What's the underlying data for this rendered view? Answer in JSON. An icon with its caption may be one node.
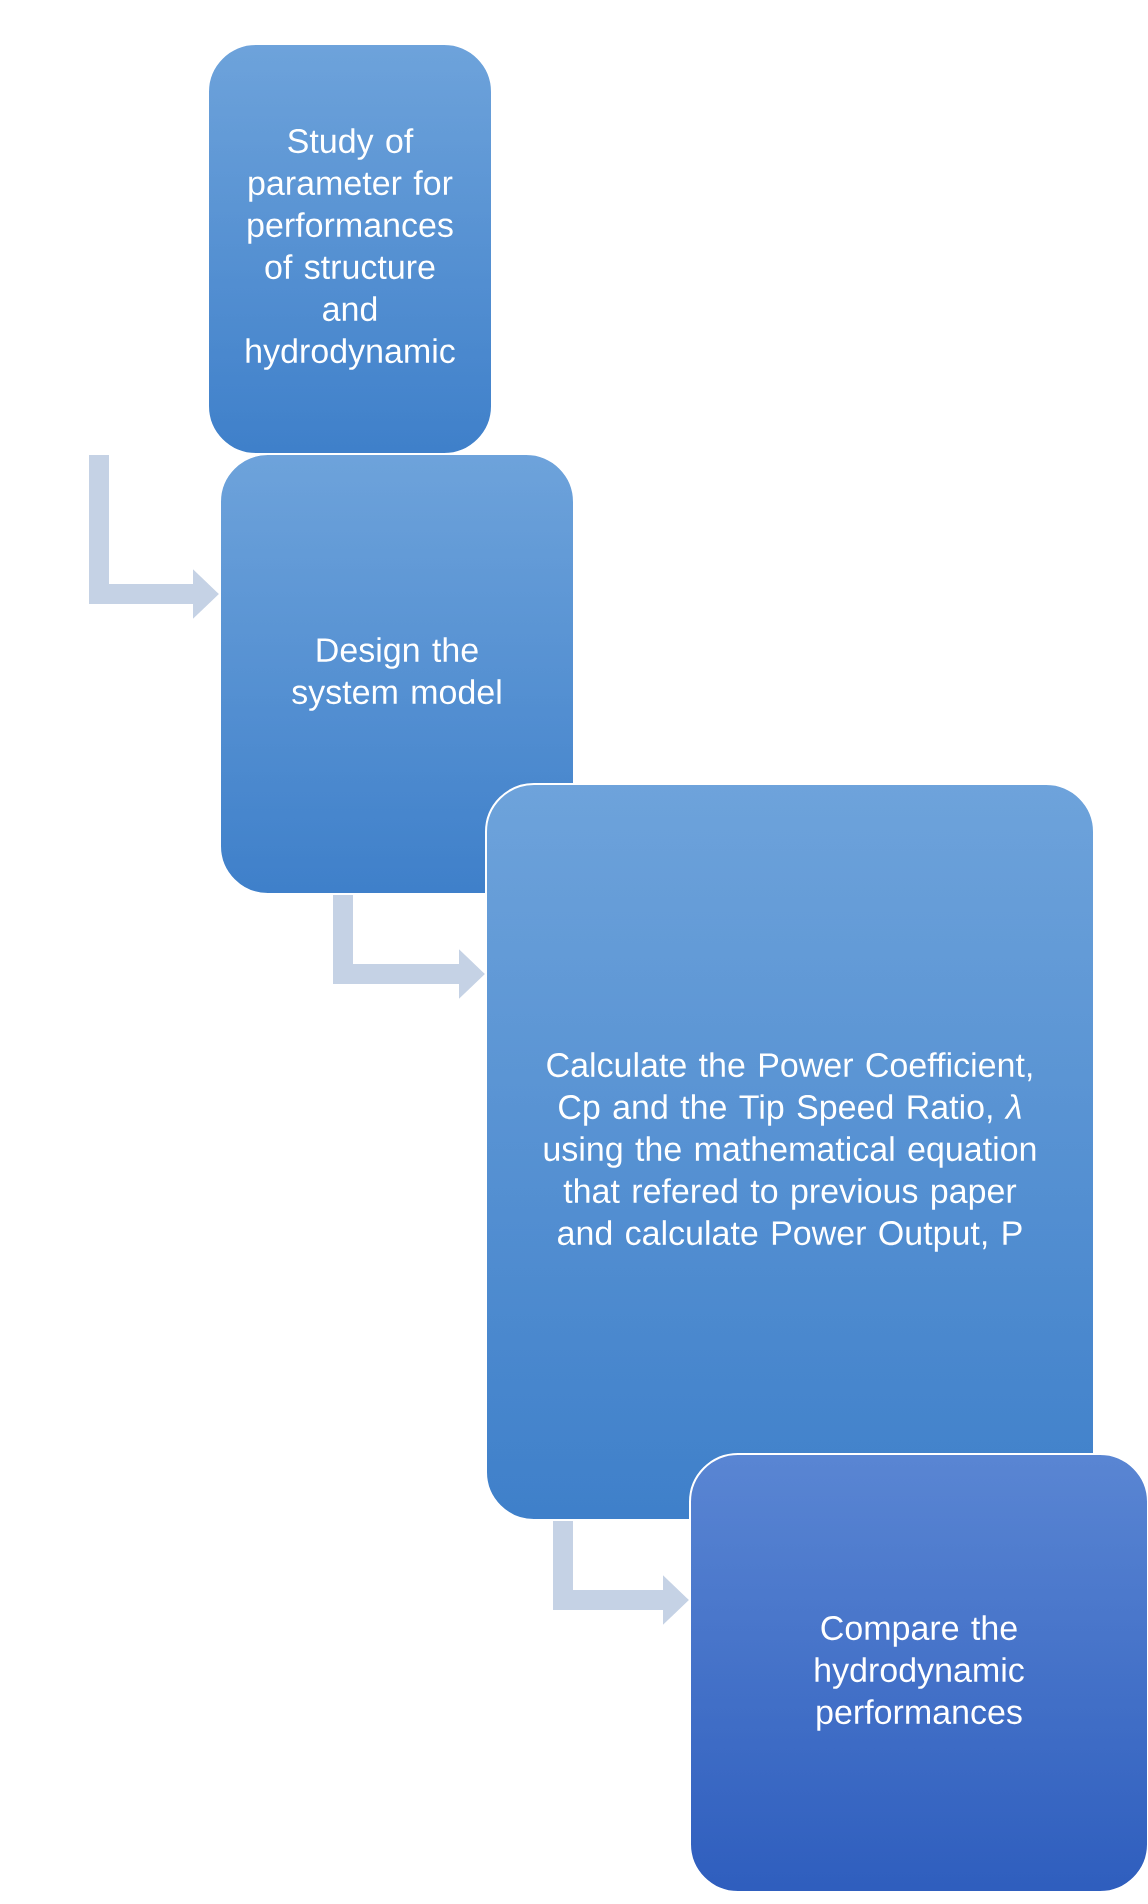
{
  "diagram": {
    "nodes": [
      {
        "text": [
          "Study of parameter for performances of structure and hydrodynamic"
        ]
      },
      {
        "text": [
          "Design the system model"
        ]
      },
      {
        "text": [
          "Calculate the Power Coefficient, Cp and the Tip Speed Ratio, *λ* using the mathematical equation that refered to previous paper and calculate Power Output, P"
        ]
      },
      {
        "text": [
          "Compare the hydrodynamic performances"
        ]
      }
    ],
    "edges": [
      {
        "from": 0,
        "to": 1,
        "arrow": "to"
      },
      {
        "from": 1,
        "to": 2,
        "arrow": "to"
      },
      {
        "from": 2,
        "to": 3,
        "arrow": "to"
      }
    ]
  }
}
